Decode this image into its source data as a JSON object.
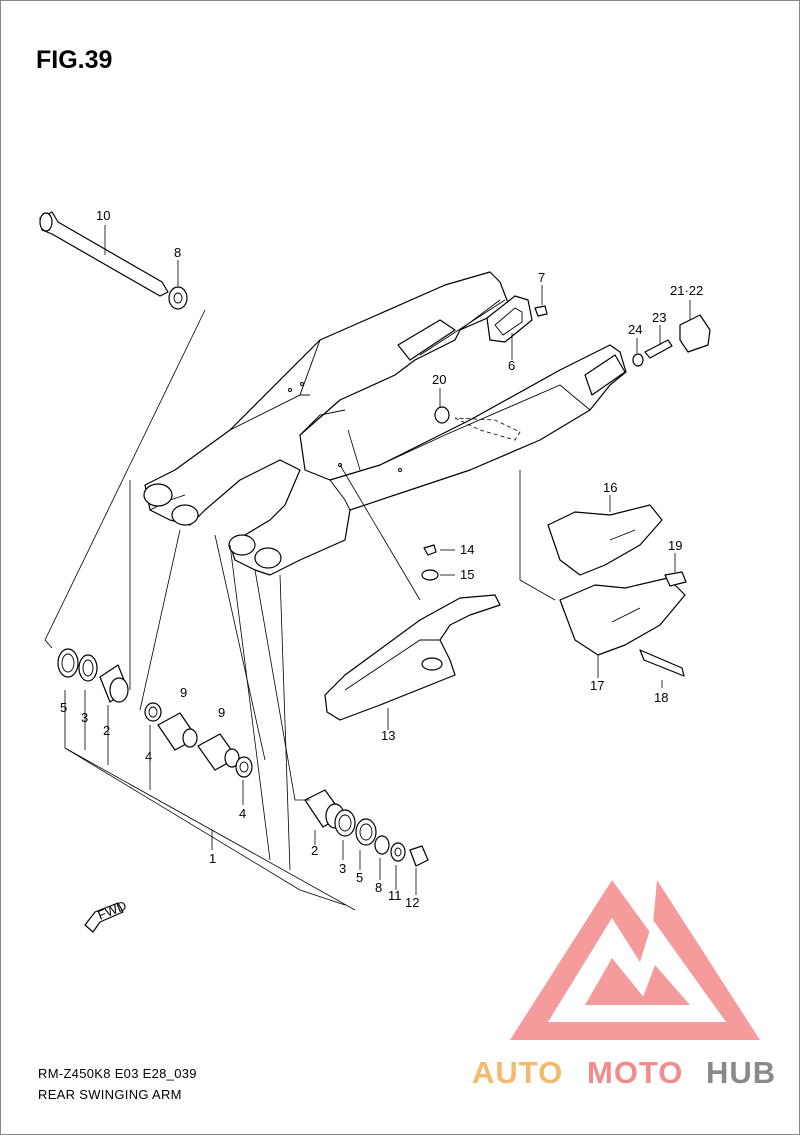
{
  "figure": {
    "title": "FIG.39",
    "model_code": "RM-Z450K8 E03 E28_039",
    "assembly_name": "REAR SWINGING ARM"
  },
  "callouts": {
    "c1": "1",
    "c2a": "2",
    "c2b": "2",
    "c3a": "3",
    "c3b": "3",
    "c4a": "4",
    "c4b": "4",
    "c5a": "5",
    "c5b": "5",
    "c6": "6",
    "c7": "7",
    "c8a": "8",
    "c8b": "8",
    "c9a": "9",
    "c9b": "9",
    "c10": "10",
    "c11": "11",
    "c12": "12",
    "c13": "13",
    "c14": "14",
    "c15": "15",
    "c16": "16",
    "c17": "17",
    "c18": "18",
    "c19": "19",
    "c20": "20",
    "c21_22": "21·22",
    "c23": "23",
    "c24": "24"
  },
  "direction_marker": "FWD",
  "watermark": {
    "part1": "AUTO",
    "part2": "MOTO",
    "part3": "HUB",
    "colors": {
      "auto": "#f5b25c",
      "moto": "#f08080",
      "hub": "#7d7d7d",
      "logo": "#f27b7b"
    }
  }
}
